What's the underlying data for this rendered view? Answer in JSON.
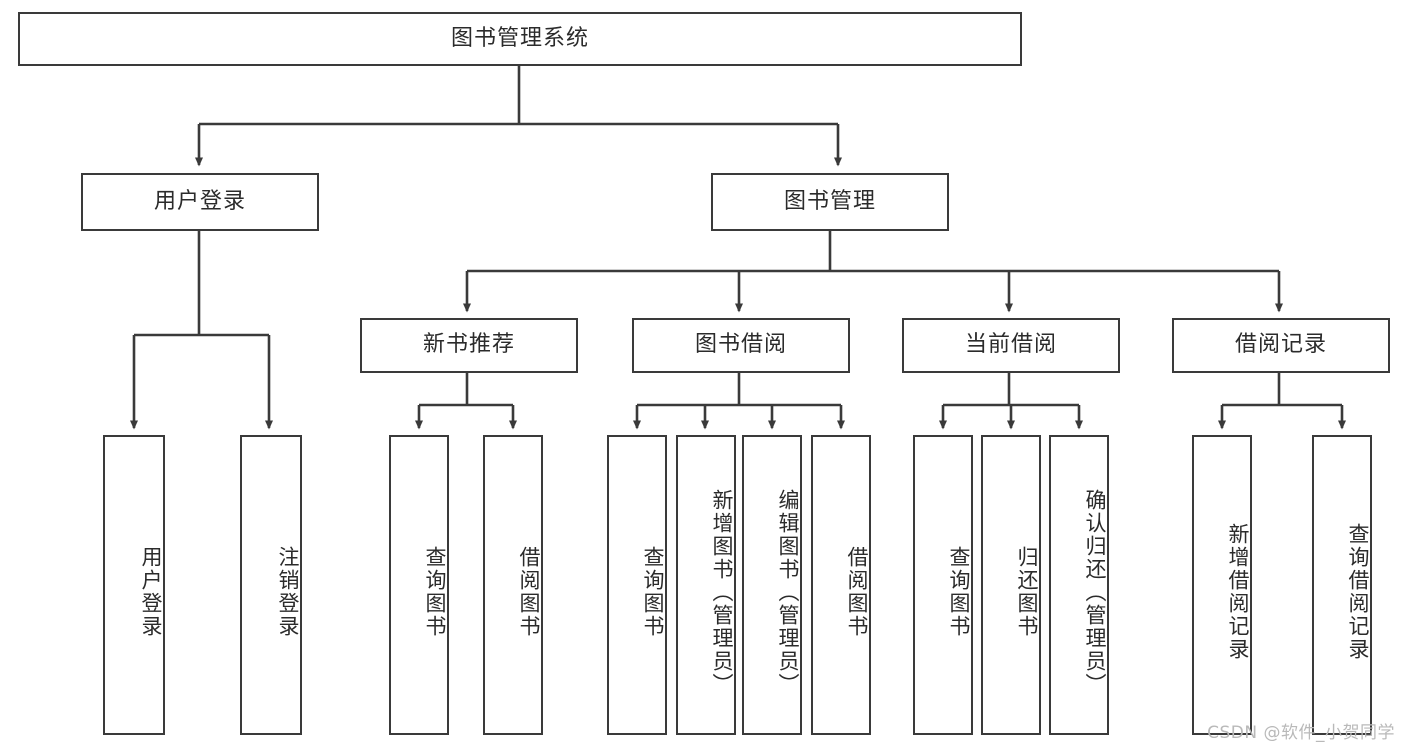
{
  "diagram": {
    "title": "图书管理系统",
    "type": "tree-hierarchy-chart",
    "line_color": "#3a3a3a",
    "box_fill": "#ffffff",
    "background": "#ffffff",
    "nodes": {
      "root": {
        "label": "图书管理系统"
      },
      "level2": [
        {
          "label": "用户登录"
        },
        {
          "label": "图书管理"
        }
      ],
      "level3": [
        {
          "label": "新书推荐"
        },
        {
          "label": "图书借阅"
        },
        {
          "label": "当前借阅"
        },
        {
          "label": "借阅记录"
        }
      ],
      "leaves_user_login": [
        {
          "label": "用户登录"
        },
        {
          "label": "注销登录"
        }
      ],
      "leaves_new_book": [
        {
          "label": "查询图书"
        },
        {
          "label": "借阅图书"
        }
      ],
      "leaves_borrow": [
        {
          "label": "查询图书"
        },
        {
          "label": "新增图书（管理员）"
        },
        {
          "label": "编辑图书（管理员）"
        },
        {
          "label": "借阅图书"
        }
      ],
      "leaves_current": [
        {
          "label": "查询图书"
        },
        {
          "label": "归还图书"
        },
        {
          "label": "确认归还（管理员）"
        }
      ],
      "leaves_record": [
        {
          "label": "新增借阅记录"
        },
        {
          "label": "查询借阅记录"
        }
      ]
    }
  },
  "watermark": {
    "text": "CSDN @软件_小贺同学"
  }
}
